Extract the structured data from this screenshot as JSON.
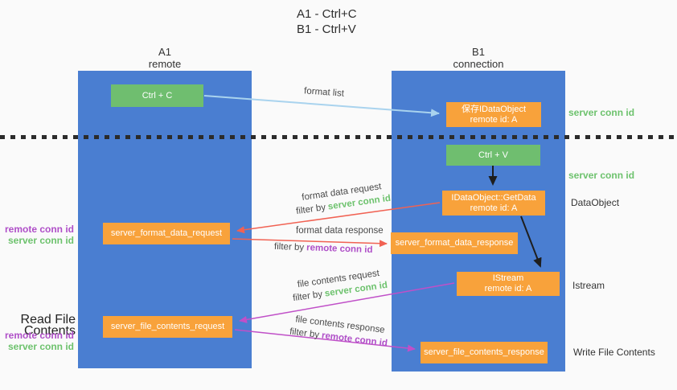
{
  "title": {
    "line1": "A1 - Ctrl+C",
    "line2": "B1 - Ctrl+V"
  },
  "lanes": {
    "a": {
      "title": "A1",
      "subtitle": "remote"
    },
    "b": {
      "title": "B1",
      "subtitle": "connection"
    }
  },
  "nodes": {
    "ctrl_c": {
      "label": "Ctrl + C"
    },
    "save_idataobject": {
      "line1": "保存IDataObject",
      "line2": "remote id: A"
    },
    "ctrl_v": {
      "label": "Ctrl + V"
    },
    "getdata": {
      "line1": "IDataObject::GetData",
      "line2": "remote id: A"
    },
    "format_request": {
      "label": "server_format_data_request"
    },
    "format_response": {
      "label": "server_format_data_response"
    },
    "istream": {
      "line1": "IStream",
      "line2": "remote id: A"
    },
    "file_request": {
      "label": "server_file_contents_request"
    },
    "file_response": {
      "label": "server_file_contents_response"
    }
  },
  "edges": {
    "format_list": {
      "label": "format list"
    },
    "format_data_request": {
      "label": "format data request",
      "filter_prefix": "filter by",
      "filter_key": "server conn id"
    },
    "format_data_response": {
      "label": "format data response",
      "filter_prefix": "filter by",
      "filter_key": "remote conn id"
    },
    "file_contents_request": {
      "label": "file contents request",
      "filter_prefix": "filter by",
      "filter_key": "server conn id"
    },
    "file_contents_response": {
      "label": "file contents response",
      "filter_prefix": "filter by",
      "filter_key": "remote conn id"
    }
  },
  "side_labels": {
    "right_server_conn_id_1": "server conn id",
    "right_server_conn_id_2": "server conn id",
    "dataobject": "DataObject",
    "istream": "Istream",
    "write_file_contents": "Write File Contents",
    "left_remote_conn_id_1": "remote conn id",
    "left_server_conn_id_1": "server conn id",
    "read_file_contents": "Read File Contents",
    "left_remote_conn_id_2": "remote conn id",
    "left_server_conn_id_2": "server conn id"
  },
  "colors": {
    "lane_blue": "#4a7ed1",
    "node_green": "#6fbe6f",
    "node_orange": "#f8a23b",
    "arrow_light_blue": "#a9d3ee",
    "arrow_red": "#f16253",
    "arrow_magenta": "#c050c8",
    "arrow_black": "#1e1e1e",
    "text_green": "#6dc26d",
    "text_purple": "#af4fc8"
  }
}
